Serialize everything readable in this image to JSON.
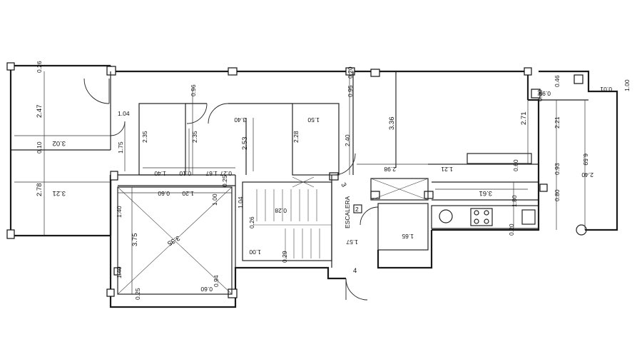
{
  "plan": {
    "stair_label": "ESCALERA",
    "stair_number": "2",
    "marker_3": "3",
    "marker_4": "4"
  },
  "dimensions": {
    "d_0_26": "0.26",
    "d_0_96": "0.96",
    "d_0_95": "0.95",
    "d_0_20": "0.20",
    "d_0_46": "0.46",
    "d_0_98": "0.98",
    "d_0_30a": "0.30",
    "d_0_01": "0.01",
    "d_1_00": "1.00",
    "d_2_47": "2.47",
    "d_1_04": "1.04",
    "d_3_02": "3.02",
    "d_0_10": "0.10",
    "d_1_75": "1.75",
    "d_2_35a": "2.35",
    "d_2_35b": "2.35",
    "d_3_40": "3.40",
    "d_2_53": "2.53",
    "d_2_28": "2.28",
    "d_1_50": "1.50",
    "d_2_40": "2.40",
    "d_3_36": "3.36",
    "d_2_71": "2.71",
    "d_2_21": "2.21",
    "d_6_59": "6.59",
    "d_2_40b": "2.40",
    "d_1_40a": "1.40",
    "d_0_10b": "0.10",
    "d_1_67": "1.67",
    "d_0_27": "0.27",
    "d_2_98": "2.98",
    "d_1_21": "1.21",
    "d_0_60a": "0.60",
    "d_0_93": "0.93",
    "d_2_78": "2.78",
    "d_3_21": "3.21",
    "d_0_60b": "0.60",
    "d_1_20": "1.20",
    "d_0_25a": "0.25",
    "d_1_00b": "1.00",
    "d_1_04b": "1.04",
    "d_0_26b": "0.26",
    "d_0_28": "0.28",
    "d_3_61": "3.61",
    "d_0_80": "0.80",
    "d_1_80": "1.80",
    "d_0_20b": "0.20",
    "d_1_40b": "1.40",
    "d_3_75": "3.75",
    "d_3_35": "3.35",
    "d_1_57": "1.57",
    "d_1_65": "1.65",
    "d_0_29": "0.29",
    "d_1_00c": "1.00",
    "d_1_40c": "1.40",
    "d_0_94": "0.94",
    "d_0_60c": "0.60",
    "d_0_25b": "0.25"
  }
}
